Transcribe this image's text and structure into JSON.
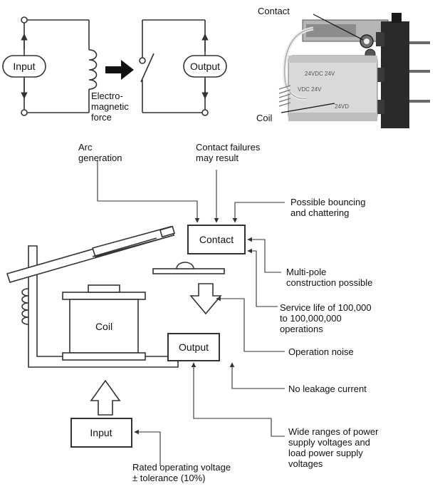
{
  "schematic": {
    "input_label": "Input",
    "output_label": "Output",
    "force_label": [
      "Electro-",
      "magnetic",
      "force"
    ]
  },
  "photo": {
    "contact_label": "Contact",
    "coil_label": "Coil",
    "coil_markings": [
      "24VDC  24V",
      "VDC  24V",
      "24VD"
    ]
  },
  "relay": {
    "contact_label": "Contact",
    "coil_label": "Coil",
    "output_label": "Output",
    "input_label": "Input"
  },
  "annotations": {
    "arc": [
      "Arc",
      "generation"
    ],
    "contact_failures": [
      "Contact failures",
      "may result"
    ],
    "bouncing": [
      "Possible bouncing",
      "and chattering"
    ],
    "multipole": [
      "Multi-pole",
      "construction possible"
    ],
    "service_life": [
      "Service life of 100,000",
      "to 100,000,000",
      "operations"
    ],
    "noise": [
      "Operation noise"
    ],
    "leakage": [
      "No leakage current"
    ],
    "ranges": [
      "Wide ranges of power",
      "supply voltages and",
      "load power supply",
      "voltages"
    ],
    "rated": [
      "Rated operating voltage",
      "± tolerance (10%)"
    ]
  },
  "colors": {
    "line": "#333333",
    "photo_dark": "#2a2a2a",
    "photo_body": "#d9d9d9"
  }
}
